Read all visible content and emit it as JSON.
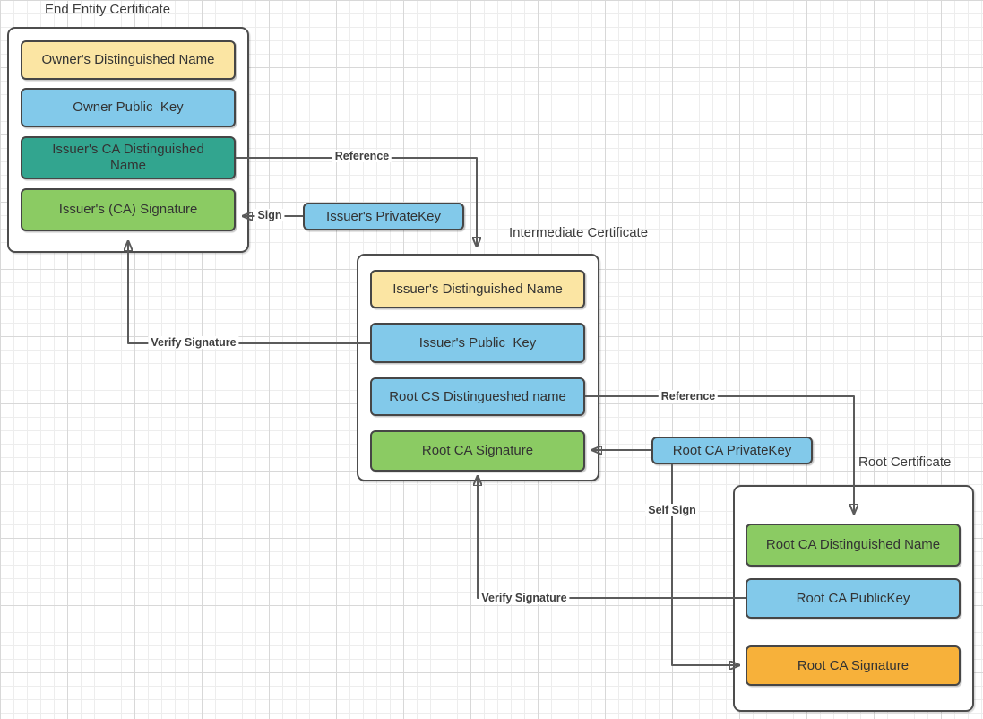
{
  "groups": [
    {
      "title": "End Entity Certificate",
      "fields": [
        {
          "label": "Owner's Distinguished Name",
          "color": "#FBE5A3"
        },
        {
          "label": "Owner Public  Key",
          "color": "#82C9EA"
        },
        {
          "label": "Issuer's CA Distinguished Name",
          "color": "#32A58F"
        },
        {
          "label": "Issuer's (CA) Signature",
          "color": "#8BCB63"
        }
      ]
    },
    {
      "title": "Intermediate Certificate",
      "fields": [
        {
          "label": "Issuer's Distinguished Name",
          "color": "#FBE5A3"
        },
        {
          "label": "Issuer's Public  Key",
          "color": "#82C9EA"
        },
        {
          "label": "Root CS Distingueshed name",
          "color": "#82C9EA"
        },
        {
          "label": "Root CA Signature",
          "color": "#8BCB63"
        }
      ]
    },
    {
      "title": "Root Certificate",
      "fields": [
        {
          "label": "Root CA Distinguished Name",
          "color": "#8BCB63"
        },
        {
          "label": "Root CA PublicKey",
          "color": "#82C9EA"
        },
        {
          "label": "Root CA Signature",
          "color": "#F7B13A"
        }
      ]
    }
  ],
  "standalone": [
    {
      "label": "Issuer's PrivateKey",
      "color": "#82C9EA"
    },
    {
      "label": "Root CA PrivateKey",
      "color": "#82C9EA"
    }
  ],
  "connectors": [
    {
      "name": "reference-top",
      "label": "Reference"
    },
    {
      "name": "sign",
      "label": "Sign"
    },
    {
      "name": "verify-signature-intermediate",
      "label": "Verify Signature"
    },
    {
      "name": "reference-bottom",
      "label": "Reference"
    },
    {
      "name": "self-sign",
      "label": "Self Sign"
    },
    {
      "name": "verify-signature-root",
      "label": "Verify Signature"
    }
  ],
  "palette": {
    "yellow": "#FBE5A3",
    "blue": "#82C9EA",
    "teal": "#32A58F",
    "green": "#8BCB63",
    "orange": "#F7B13A",
    "line": "#5B5B5B",
    "border": "#4D4D4D",
    "grid_minor": "#EDEDED",
    "grid_major": "#D8D8D8"
  }
}
